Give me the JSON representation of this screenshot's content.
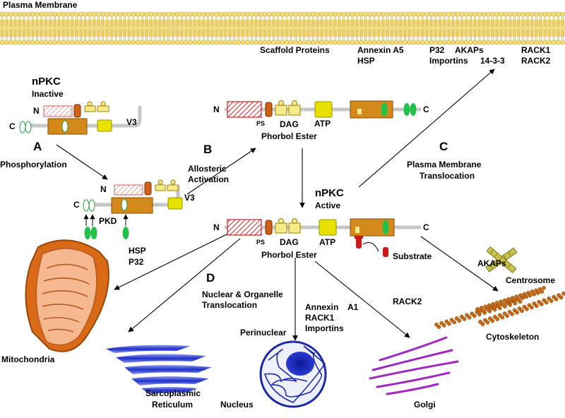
{
  "membrane": {
    "label": "Plasma Membrane"
  },
  "binding_proteins": {
    "scaffold": "Scaffold Proteins",
    "annexin_a5": "Annexin A5",
    "hsp": "HSP",
    "p32": "P32",
    "akaps": "AKAPs",
    "importins": "Importins",
    "protein_14_3_3": "14-3-3",
    "rack1": "RACK1",
    "rack2": "RACK2"
  },
  "inactive_pkc": {
    "title": "nPKC",
    "state": "Inactive",
    "n": "N",
    "c": "C",
    "v3": "V3"
  },
  "step_a": {
    "letter": "A",
    "label": "Phosphorylation"
  },
  "step_b": {
    "letter": "B",
    "line1": "Allosteric",
    "line2": "Activation"
  },
  "step_c": {
    "letter": "C",
    "line1": "Plasma Membrane",
    "line2": "Translocation"
  },
  "step_d": {
    "letter": "D",
    "line1": "Nuclear & Organelle",
    "line2": "Translocation"
  },
  "phospho_pkc": {
    "n": "N",
    "c": "C",
    "v3": "V3",
    "pkd": "PKD"
  },
  "open_pkc": {
    "n": "N",
    "c": "C",
    "ps": "PS",
    "dag": "DAG",
    "atp": "ATP",
    "phorbol": "Phorbol Ester"
  },
  "active_pkc": {
    "title": "nPKC",
    "state": "Active",
    "n": "N",
    "c": "C",
    "ps": "PS",
    "dag": "DAG",
    "atp": "ATP",
    "phorbol": "Phorbol Ester",
    "substrate": "Substrate"
  },
  "targets": {
    "mito_proteins_1": "HSP",
    "mito_proteins_2": "P32",
    "mitochondria": "Mitochondria",
    "sr_line1": "Sarcoplasmic",
    "sr_line2": "Reticulum",
    "perinuclear": "Perinuclear",
    "nucleus": "Nucleus",
    "annexin": "Annexin",
    "a1": "A1",
    "rack1": "RACK1",
    "importins": "Importins",
    "rack2": "RACK2",
    "golgi": "Golgi",
    "akaps": "AKAPs",
    "centrosome": "Centrosome",
    "cytoskeleton": "Cytoskeleton"
  },
  "colors": {
    "bilayer": "#e9c35c",
    "lipid_head": "#f6e27d",
    "ps_red": "#e03030",
    "kinase": "#d48a1a",
    "c1_yellow": "#f7ea8a",
    "atp_yellow": "#e8e000",
    "green": "#22c24a",
    "mito": "#e07020",
    "er_blue": "#2a40d0",
    "nucleus_blue": "#1c2aa8",
    "golgi": "#a028c0",
    "cytoskeleton": "#c96a10"
  }
}
